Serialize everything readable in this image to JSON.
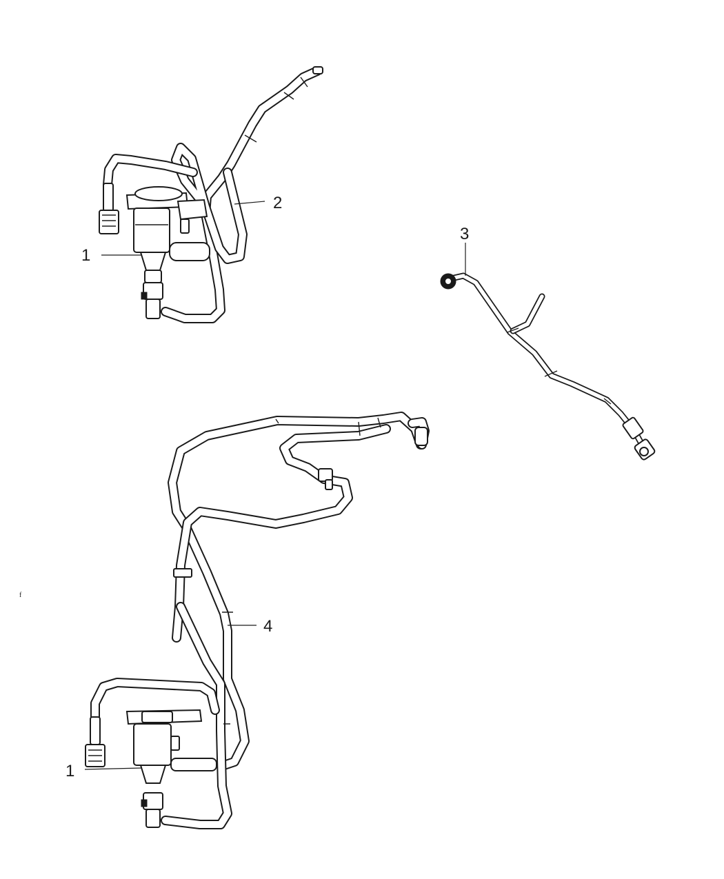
{
  "callouts": {
    "c1_top": "1",
    "c2": "2",
    "c3": "3",
    "c4": "4",
    "c1_bottom": "1"
  },
  "stray_mark": "f"
}
